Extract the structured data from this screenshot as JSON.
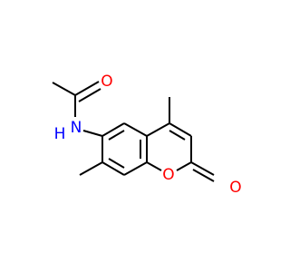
{
  "molecule": {
    "atoms": {
      "carbonyl_oxygen_acetyl": {
        "label": "O",
        "color": "#ff0000"
      },
      "amide_nitrogen": {
        "label": "N",
        "color": "#0000ff"
      },
      "amide_hydrogen": {
        "label": "H",
        "color": "#0000ff"
      },
      "ring_oxygen": {
        "label": "O",
        "color": "#ff0000"
      },
      "lactone_carbonyl_oxygen": {
        "label": "O",
        "color": "#ff0000"
      }
    },
    "colors": {
      "bond": "#000000",
      "oxygen": "#ff0000",
      "nitrogen": "#0000ff",
      "background": "#ffffff"
    }
  }
}
